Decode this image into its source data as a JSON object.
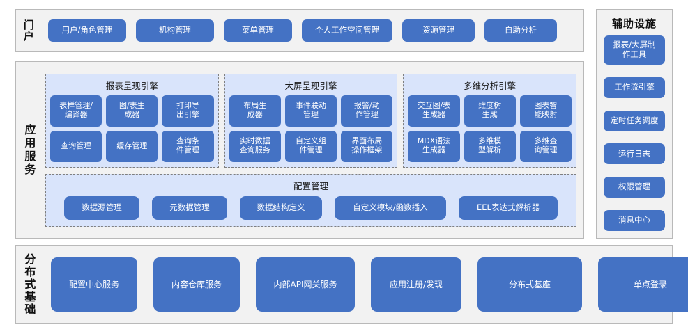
{
  "portal": {
    "label": "门户",
    "buttons": [
      {
        "text": "用户/角色管理",
        "w": 112
      },
      {
        "text": "机构管理",
        "w": 112
      },
      {
        "text": "菜单管理",
        "w": 98
      },
      {
        "text": "个人工作空间管理",
        "w": 130
      },
      {
        "text": "资源管理",
        "w": 104
      },
      {
        "text": "自助分析",
        "w": 104
      }
    ]
  },
  "aux": {
    "title": "辅助设施",
    "buttons": [
      {
        "text": "报表/大屏制\n作工具",
        "tall": true
      },
      {
        "text": "工作流引擎",
        "tall": false
      },
      {
        "text": "定时任务调度",
        "tall": false
      },
      {
        "text": "运行日志",
        "tall": false
      },
      {
        "text": "权限管理",
        "tall": false
      },
      {
        "text": "消息中心",
        "tall": false
      }
    ]
  },
  "app_services": {
    "label": "应用服务",
    "engines": [
      {
        "title": "报表呈现引擎",
        "items": [
          "表样管理/\n编译器",
          "图/表生\n成器",
          "打印导\n出引擎",
          "查询管理",
          "缓存管理",
          "查询条\n件管理"
        ]
      },
      {
        "title": "大屏呈现引擎",
        "items": [
          "布局生\n成器",
          "事件联动\n管理",
          "报警/动\n作管理",
          "实时数据\n查询服务",
          "自定义组\n件管理",
          "界面布局\n操作框架"
        ]
      },
      {
        "title": "多维分析引擎",
        "items": [
          "交互图/表\n生成器",
          "维度树\n生成",
          "图表智\n能映射",
          "MDX语法\n生成器",
          "多维模\n型解析",
          "多维查\n询管理"
        ]
      }
    ],
    "config": {
      "title": "配置管理",
      "items": [
        {
          "text": "数据源管理",
          "w": 108
        },
        {
          "text": "元数据管理",
          "w": 108
        },
        {
          "text": "数据结构定义",
          "w": 118
        },
        {
          "text": "自定义模块/函数插入",
          "w": 160
        },
        {
          "text": "EEL表达式解析器",
          "w": 142
        }
      ]
    }
  },
  "distributed": {
    "label": "分布式基础",
    "buttons": [
      {
        "text": "配置中心服务",
        "w": 124
      },
      {
        "text": "内容仓库服务",
        "w": 124
      },
      {
        "text": "内部API网关服务",
        "w": 142
      },
      {
        "text": "应用注册/发现",
        "w": 130
      },
      {
        "text": "分布式基座",
        "w": 150
      },
      {
        "text": "单点登录",
        "w": 150
      }
    ]
  },
  "colors": {
    "button_blue": "#4472c4",
    "panel_blue": "#d9e4fb",
    "frame_gray": "#f2f2f2",
    "border_gray": "#b9b9b9",
    "dashed_gray": "#7f7f7f"
  }
}
